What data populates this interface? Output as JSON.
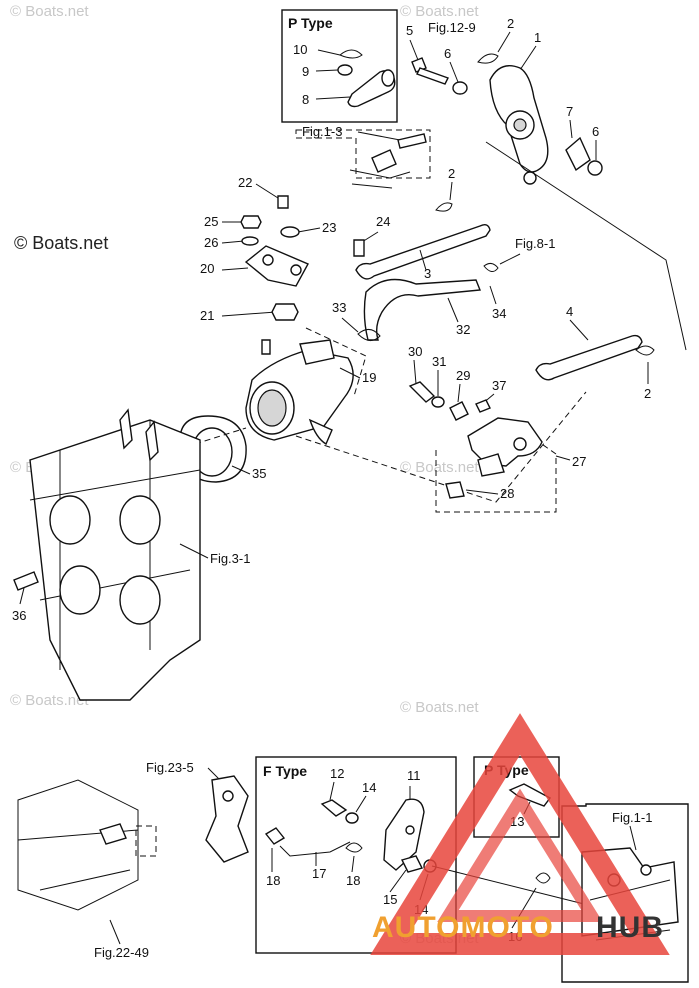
{
  "watermarks": {
    "boats_main": "© Boats.net",
    "boats_faint": "© Boats.net"
  },
  "brand": {
    "part1": "AUTOMOTO",
    "part2": "HUB",
    "color_red": "#e8453c",
    "color_orange": "#f0a030",
    "color_dark": "#333333"
  },
  "boxes": {
    "p_type_top": "P Type",
    "f_type": "F Type",
    "p_type_bottom": "P Type"
  },
  "fig_refs": {
    "fig_12_9": "Fig.12-9",
    "fig_1_3": "Fig.1-3",
    "fig_8_1": "Fig.8-1",
    "fig_3_1": "Fig.3-1",
    "fig_23_5": "Fig.23-5",
    "fig_22_49": "Fig.22-49",
    "fig_1_1": "Fig.1-1"
  },
  "callouts": {
    "n1": "1",
    "n2a": "2",
    "n2b": "2",
    "n2c": "2",
    "n3": "3",
    "n4": "4",
    "n5": "5",
    "n6a": "6",
    "n6b": "6",
    "n7": "7",
    "n8": "8",
    "n9": "9",
    "n10": "10",
    "n11": "11",
    "n12": "12",
    "n13": "13",
    "n14a": "14",
    "n14b": "14",
    "n15": "15",
    "n16": "16",
    "n17": "17",
    "n18a": "18",
    "n18b": "18",
    "n19": "19",
    "n20": "20",
    "n21": "21",
    "n22": "22",
    "n23": "23",
    "n24": "24",
    "n25": "25",
    "n26": "26",
    "n27": "27",
    "n28": "28",
    "n29": "29",
    "n30": "30",
    "n31": "31",
    "n32": "32",
    "n33": "33",
    "n34": "34",
    "n35": "35",
    "n36": "36",
    "n37": "37"
  }
}
